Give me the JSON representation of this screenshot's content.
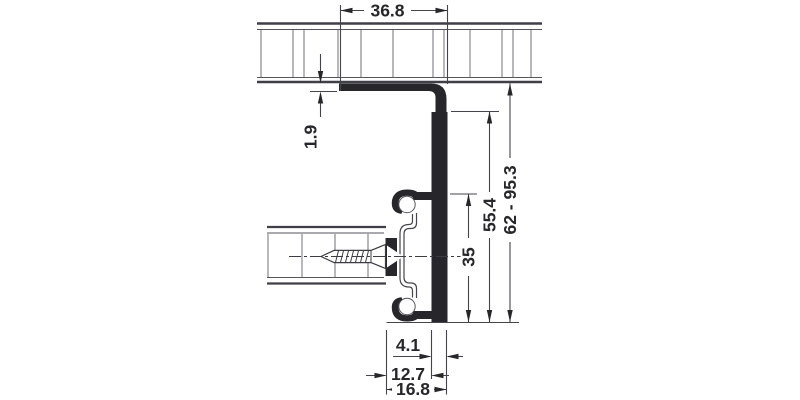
{
  "drawing": {
    "kind": "drawer-slide-mounting-cross-section",
    "dims": {
      "top_width": "36.8",
      "flange_thickness": "1.9",
      "profile_height": "35",
      "rail_height": "55.4",
      "height_range": "62 - 95.3",
      "back_offset": "4.1",
      "mid_offset": "12.7",
      "total_depth": "16.8"
    },
    "colors": {
      "line": "#44444c",
      "fill": "#26262b",
      "hatch": "#7e7e86",
      "background": "#ffffff"
    }
  }
}
